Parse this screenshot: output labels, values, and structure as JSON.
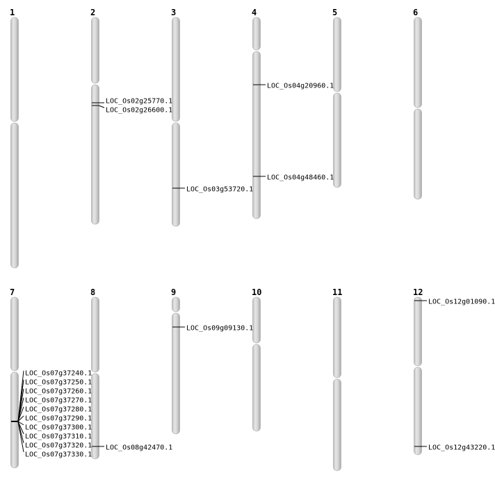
{
  "chromosomes": [
    {
      "label": "1",
      "genes": []
    },
    {
      "label": "2",
      "genes": [
        "LOC_Os02g25770.1",
        "LOC_Os02g26600.1"
      ]
    },
    {
      "label": "3",
      "genes": [
        "LOC_Os03g53720.1"
      ]
    },
    {
      "label": "4",
      "genes": [
        "LOC_Os04g20960.1",
        "LOC_Os04g48460.1"
      ]
    },
    {
      "label": "5",
      "genes": []
    },
    {
      "label": "6",
      "genes": []
    },
    {
      "label": "7",
      "genes": [
        "LOC_Os07g37240.1",
        "LOC_Os07g37250.1",
        "LOC_Os07g37260.1",
        "LOC_Os07g37270.1",
        "LOC_Os07g37280.1",
        "LOC_Os07g37290.1",
        "LOC_Os07g37300.1",
        "LOC_Os07g37310.1",
        "LOC_Os07g37320.1",
        "LOC_Os07g37330.1"
      ]
    },
    {
      "label": "8",
      "genes": [
        "LOC_Os08g42470.1"
      ]
    },
    {
      "label": "9",
      "genes": [
        "LOC_Os09g09130.1"
      ]
    },
    {
      "label": "10",
      "genes": []
    },
    {
      "label": "11",
      "genes": []
    },
    {
      "label": "12",
      "genes": [
        "LOC_Os12g01090.1",
        "LOC_Os12g43220.1"
      ]
    }
  ],
  "colors": {
    "chromosome_light": "#ececec",
    "chromosome_dark": "#bdbdbd",
    "marker": "#000000"
  }
}
